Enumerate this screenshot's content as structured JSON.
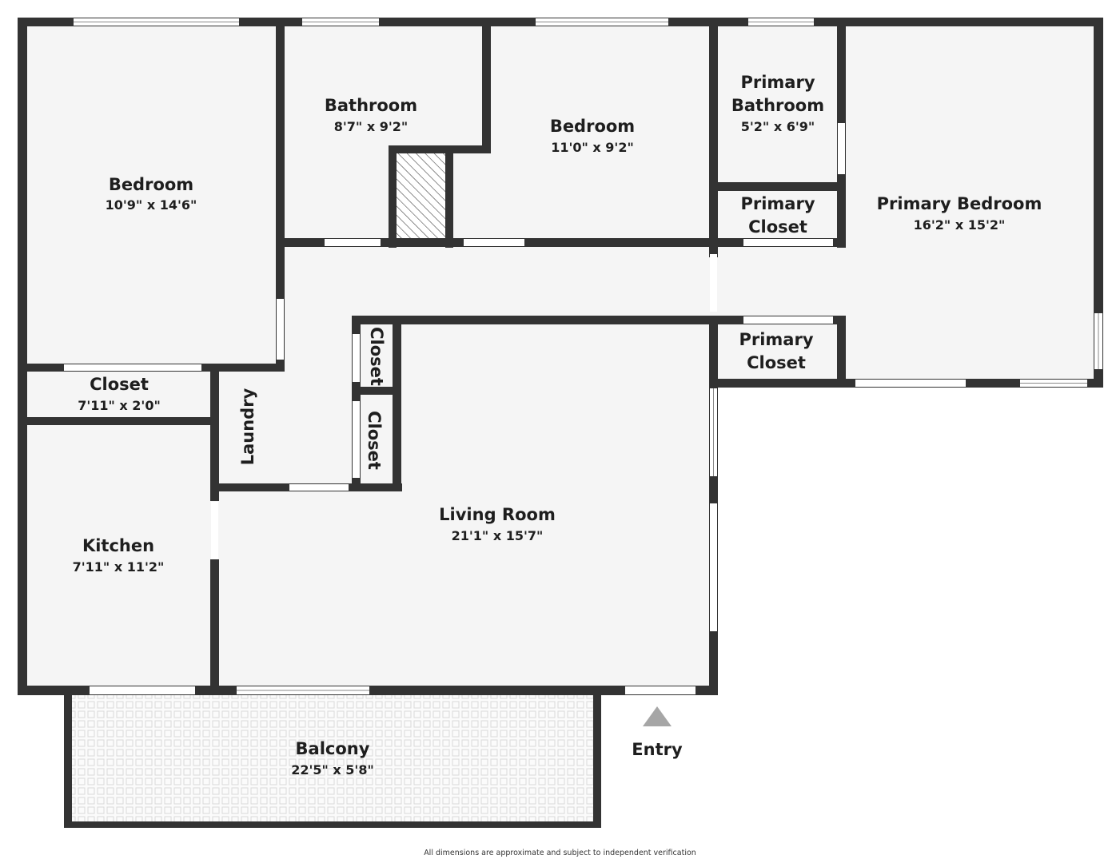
{
  "rooms": {
    "bedroom_left": {
      "name": "Bedroom",
      "dims": "10'9\" x 14'6\""
    },
    "bathroom": {
      "name": "Bathroom",
      "dims": "8'7\" x 9'2\""
    },
    "bedroom_middle": {
      "name": "Bedroom",
      "dims": "11'0\" x 9'2\""
    },
    "primary_bathroom": {
      "name_line1": "Primary",
      "name_line2": "Bathroom",
      "dims": "5'2\" x 6'9\""
    },
    "primary_closet_top": {
      "name_line1": "Primary",
      "name_line2": "Closet"
    },
    "primary_bedroom": {
      "name": "Primary Bedroom",
      "dims": "16'2\" x 15'2\""
    },
    "primary_closet_bottom": {
      "name_line1": "Primary",
      "name_line2": "Closet"
    },
    "closet_left": {
      "name": "Closet",
      "dims": "7'11\" x 2'0\""
    },
    "laundry": {
      "name": "Laundry"
    },
    "closet_hall_top": {
      "name": "Closet"
    },
    "closet_hall_bottom": {
      "name": "Closet"
    },
    "living_room": {
      "name": "Living Room",
      "dims": "21'1\" x 15'7\""
    },
    "kitchen": {
      "name": "Kitchen",
      "dims": "7'11\" x 11'2\""
    },
    "balcony": {
      "name": "Balcony",
      "dims": "22'5\" x 5'8\""
    }
  },
  "entry": {
    "label": "Entry"
  },
  "colors": {
    "wall": "#333333",
    "floor": "#f5f5f5",
    "entry_arrow": "#a6a6a6"
  },
  "disclaimer": "All dimensions are approximate and subject to independent verification"
}
